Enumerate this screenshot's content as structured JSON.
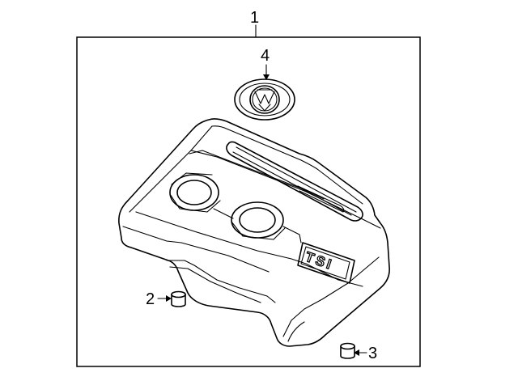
{
  "diagram": {
    "callouts": [
      {
        "id": "1",
        "label": "1"
      },
      {
        "id": "2",
        "label": "2"
      },
      {
        "id": "3",
        "label": "3"
      },
      {
        "id": "4",
        "label": "4"
      }
    ],
    "cover_badge_text": "TSI",
    "emblem": "vw-logo",
    "colors": {
      "line": "#000000",
      "background": "#ffffff"
    }
  }
}
